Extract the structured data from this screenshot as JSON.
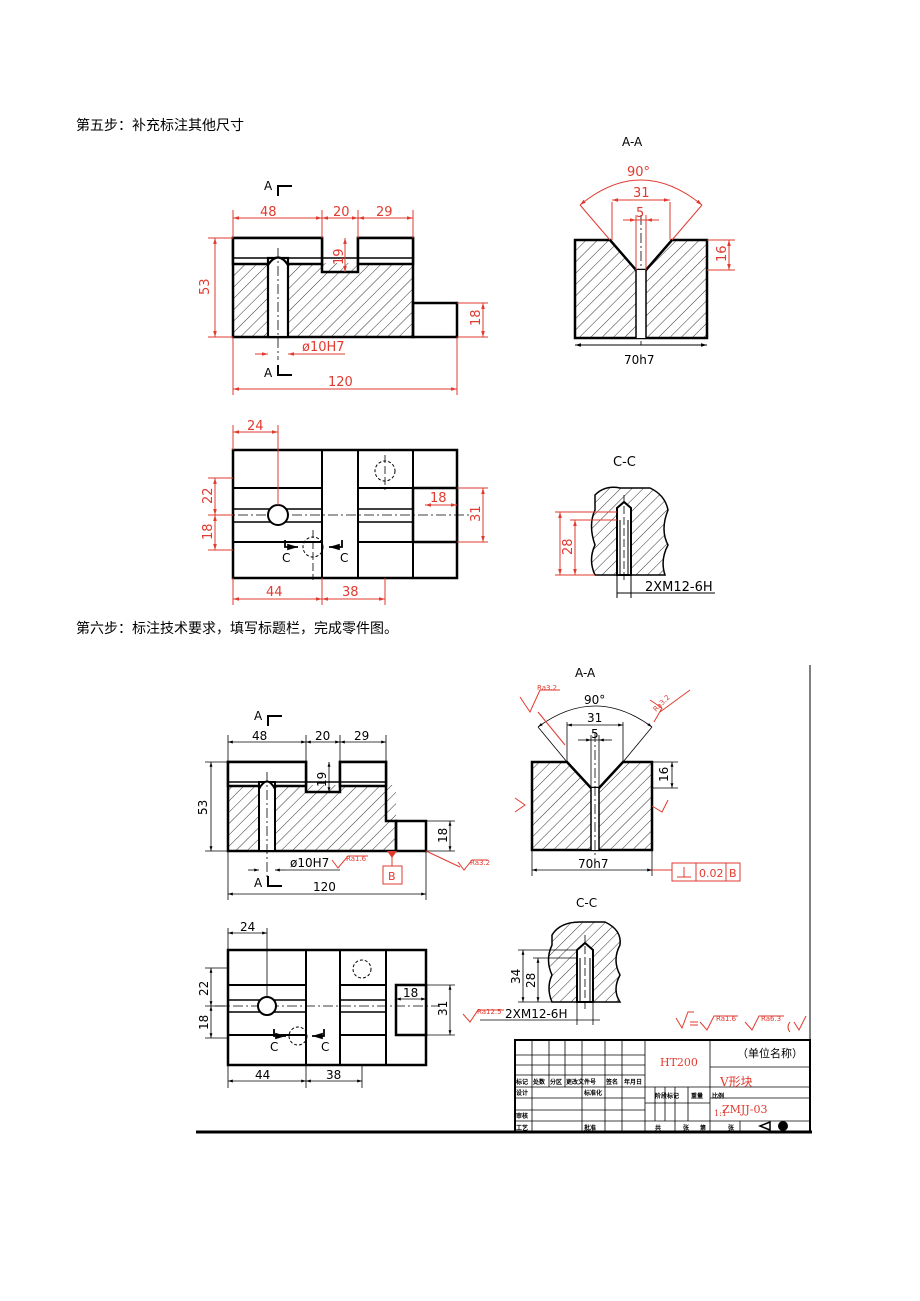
{
  "steps": {
    "step5": "第五步：补充标注其他尺寸",
    "step6": "第六步：标注技术要求，填写标题栏，完成零件图。"
  },
  "drawing1": {
    "section_aa": "A-A",
    "section_a": "A",
    "dims": {
      "d48": "48",
      "d20": "20",
      "d29": "29",
      "d53": "53",
      "d19": "19",
      "d18": "18",
      "d120": "120",
      "hole": "ø10H7",
      "angle": "90°",
      "d31": "31",
      "d5": "5",
      "d16": "16",
      "width": "70h7",
      "d24": "24",
      "d22": "22",
      "d18b": "18",
      "d18c": "18",
      "d31b": "31",
      "d44": "44",
      "d38": "38",
      "d28": "28",
      "thread": "2XM12-6H"
    },
    "section_cc": "C-C",
    "c": "C"
  },
  "drawing2": {
    "section_aa": "A-A",
    "section_cc": "C-C",
    "section_a": "A",
    "c": "C",
    "dims": {
      "d48": "48",
      "d20": "20",
      "d29": "29",
      "d53": "53",
      "d19": "19",
      "d18": "18",
      "d120": "120",
      "hole": "ø10H7",
      "angle": "90°",
      "d31": "31",
      "d5": "5",
      "d16": "16",
      "width": "70h7",
      "d24": "24",
      "d22": "22",
      "d18b": "18",
      "d18c": "18",
      "d31b": "31",
      "d44": "44",
      "d38": "38",
      "d34": "34",
      "d28": "28",
      "thread": "2XM12-6H"
    },
    "roughness": {
      "ra32": "Ra3.2",
      "ra16": "Ra1.6",
      "ra125": "Ra12.5",
      "ra63": "Ra6.3",
      "datum": "B",
      "tolerance": "0.02",
      "tolerance_datum": "B"
    },
    "title_block": {
      "material": "HT200",
      "unit": "（单位名称）",
      "part_name": "V形块",
      "drawing_no": "ZMJJ-03",
      "scale": "1:1",
      "labels": {
        "mark": "标记",
        "count": "处数",
        "zone": "分区",
        "doc": "更改文件号",
        "sign": "签名",
        "date": "年月日",
        "design": "设计",
        "std": "标准化",
        "stage": "阶段标记",
        "weight": "重量",
        "ratio": "比例",
        "review": "审核",
        "process": "工艺",
        "approve": "批准",
        "total": "共",
        "sheets": "张",
        "no": "第",
        "sheet": "张"
      }
    }
  },
  "colors": {
    "dim": "#e23a2f",
    "ink": "#000000"
  }
}
